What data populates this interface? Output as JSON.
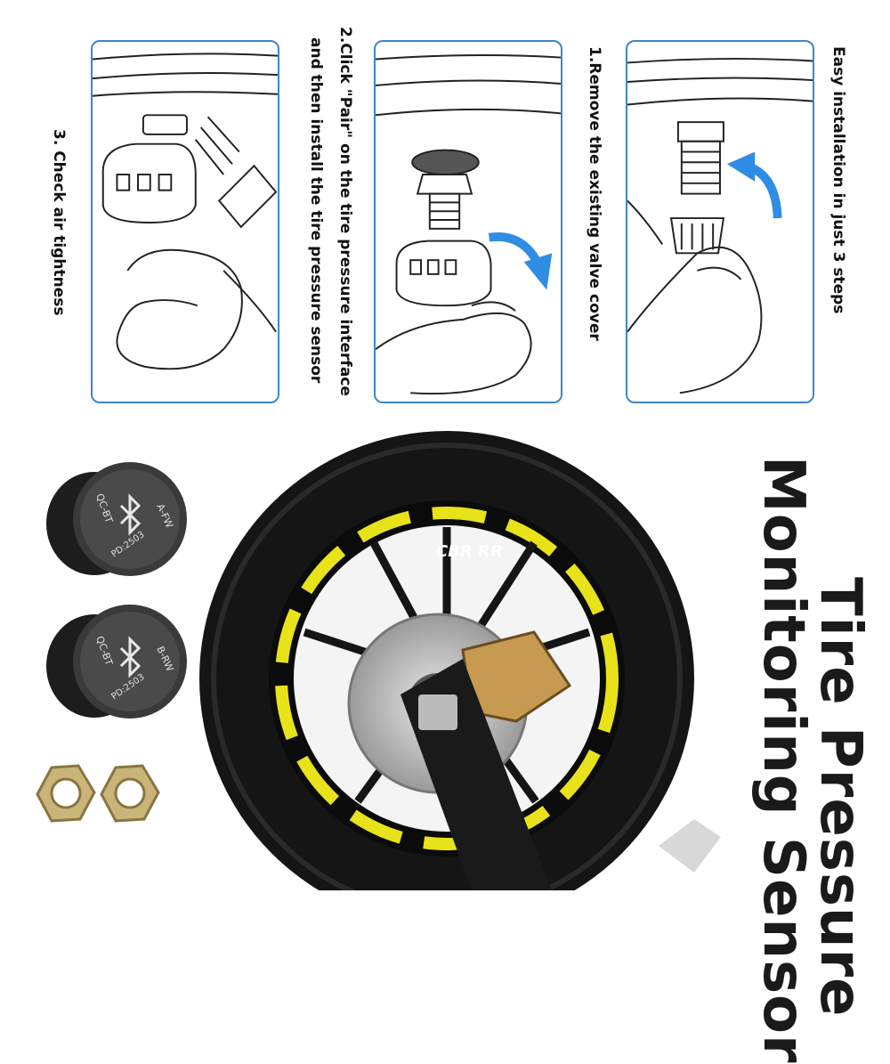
{
  "instructions": {
    "intro": "Easy installation in just 3 steps",
    "step1": "1.Remove the existing valve cover",
    "step2_line1": "2.Click \"Pair\" on the tire pressure interface",
    "step2_line2": "and then install the tire pressure sensor",
    "step3": "3. Check air tightness"
  },
  "headline": {
    "line1": "Tire Pressure",
    "line2": "Monitoring Sensor"
  },
  "sensors": [
    {
      "label_top": "A-FW",
      "label_side": "QC-BT",
      "code": "PD:2503"
    },
    {
      "label_top": "B-RW",
      "label_side": "QC-BT",
      "code": "PD:2503"
    }
  ],
  "wheel": {
    "brand_text": "CBR RR"
  },
  "colors": {
    "panel_border": "#3f86c9",
    "arrow_blue": "#2f8de4",
    "rim_stripe": "#e8e21a",
    "text": "#111111"
  },
  "icons": [
    "bluetooth-icon",
    "curved-arrow-icon",
    "hex-nut-icon"
  ]
}
